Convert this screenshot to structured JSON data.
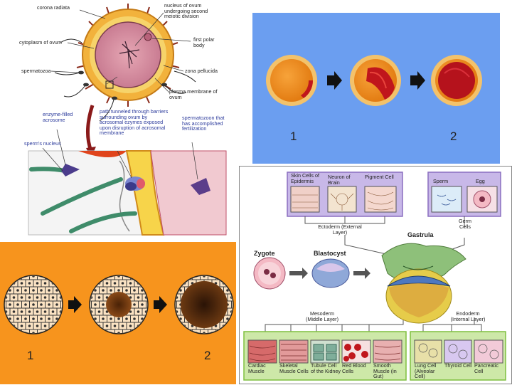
{
  "fertilization": {
    "labels": {
      "corona_radiata": "corona radiata",
      "nucleus_of_ovum": "nucleus of ovum undergoing second meiotic division",
      "cytoplasm": "cytoplasm of ovum",
      "first_polar": "first polar body",
      "spermatozoa": "spermatozoa",
      "zona_pellucida": "zona pellucida",
      "plasma_membrane": "plasma membrane of ovum",
      "enzyme_acrosome": "enzyme-filled acrosome",
      "path_tunneled": "path tunneled through barriers surrounding ovum by acrosomal ezymes exposed upon disruption of acrosomal membrane",
      "spermatozoon": "spermatozoon that has accomplished fertilization",
      "sperms_nucleus": "sperm's nucleus"
    }
  },
  "blue_panel": {
    "step1": "1",
    "step2": "2"
  },
  "orange_panel": {
    "step1": "1",
    "step2": "2"
  },
  "gastrula": {
    "ectoderm_cells": [
      "Skin Cells of Epidermis",
      "Neuron of Brain",
      "Pigment Cell"
    ],
    "germ_cells": [
      "Sperm",
      "Egg"
    ],
    "ectoderm_label": "Ectoderm (External Layer)",
    "germ_label": "Germ Cells",
    "gastrula": "Gastrula",
    "zygote": "Zygote",
    "blastocyst": "Blastocyst",
    "mesoderm_label": "Mesoderm (Middle Layer)",
    "endoderm_label": "Endoderm (Internal Layer)",
    "mesoderm_cells": [
      "Cardiac Muscle",
      "Skeletal Muscle Cells",
      "Tubule Cell of the Kidney",
      "Red Blood Cells",
      "Smooth Muscle (in Gut)"
    ],
    "endoderm_cells": [
      "Lung Cell (Alveolar Cell)",
      "Thyroid Cell",
      "Pancreatic Cell"
    ]
  },
  "colors": {
    "blue_bg": "#6b9ef0",
    "orange_bg": "#f7941d",
    "egg_orange": "#f59a2b",
    "egg_red": "#c0161c",
    "cell_fill": "#fbe3c3",
    "box_purple": "#8a6fc0",
    "box_green": "#7fbf3f"
  }
}
